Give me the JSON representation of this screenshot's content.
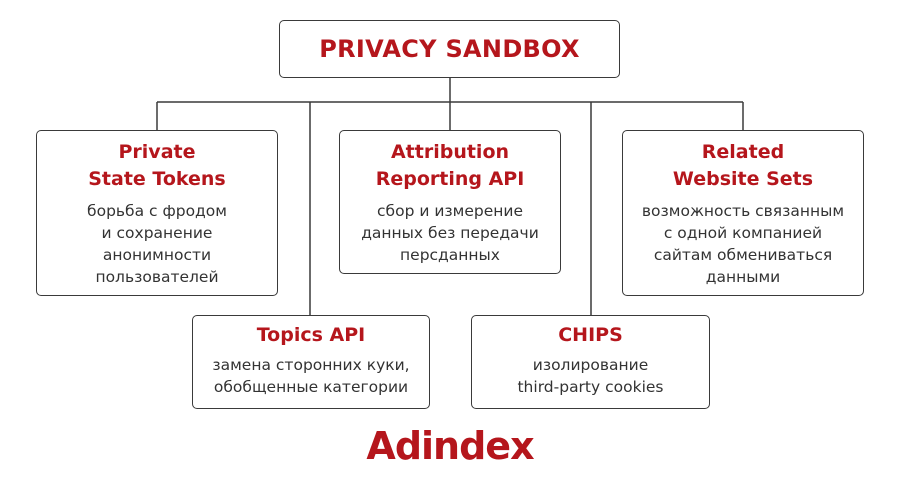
{
  "root": {
    "title": "PRIVACY SANDBOX"
  },
  "cards": {
    "pst": {
      "title": "Private\nState Tokens",
      "desc": "борьба с фродом\nи сохранение\nанонимности\nпользователей"
    },
    "ara": {
      "title": "Attribution\nReporting API",
      "desc": "сбор и измерение\nданных без передачи\nперсданных"
    },
    "rws": {
      "title": "Related\nWebsite Sets",
      "desc": "возможность связанным\nс одной компанией\nсайтам обмениваться\nданными"
    },
    "topics": {
      "title": "Topics API",
      "desc": "замена сторонних куки,\nобобщенные категории"
    },
    "chips": {
      "title": "CHIPS",
      "desc": "изолирование\nthird-party cookies"
    }
  },
  "logo": {
    "text": "Adindex"
  },
  "colors": {
    "accent": "#b5161c",
    "border": "#3a3a3a",
    "text": "#333333"
  }
}
